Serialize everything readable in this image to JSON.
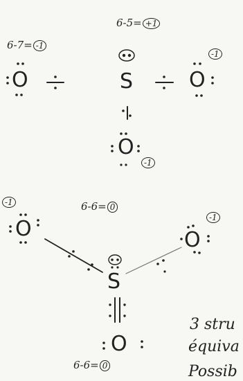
{
  "calculations": {
    "s_top": {
      "expr": "6-5=",
      "result": "+1"
    },
    "o_left_top": {
      "expr": "6-7=",
      "result": "-1"
    },
    "s_bottom": {
      "expr": "6-6=",
      "result": "0"
    },
    "o_bottom": {
      "expr": "6-6=",
      "result": "0"
    }
  },
  "structure1": {
    "atoms": {
      "o_left": "O",
      "s": "S",
      "o_right": "O",
      "o_bottom": "O"
    },
    "charges": {
      "o_right": "-1",
      "o_bottom": "-1"
    }
  },
  "structure2": {
    "atoms": {
      "o_left": "O",
      "s": "S",
      "o_right": "O",
      "o_bottom": "O"
    },
    "charges": {
      "o_left": "-1",
      "o_right": "-1"
    }
  },
  "notes": {
    "line1": "3 stru",
    "line2": "équiva",
    "line3": "Possib"
  }
}
